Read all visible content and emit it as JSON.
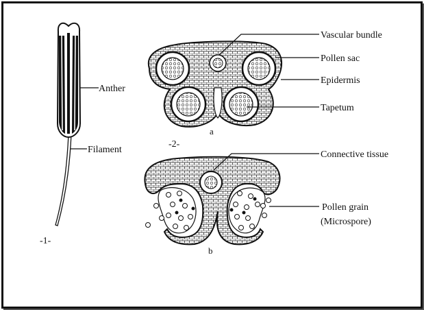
{
  "figure_1": {
    "number": "-1-",
    "labels": {
      "anther": "Anther",
      "filament": "Filament"
    }
  },
  "figure_2": {
    "number": "-2-",
    "part_a": {
      "letter": "a",
      "labels": {
        "vascular_bundle": "Vascular bundle",
        "pollen_sac": "Pollen sac",
        "epidermis": "Epidermis",
        "tapetum": "Tapetum"
      }
    },
    "part_b": {
      "letter": "b",
      "labels": {
        "connective_tissue": "Connective tissue",
        "pollen_grain": "Pollen grain",
        "microspore": "(Microspore)"
      }
    }
  },
  "colors": {
    "ink": "#111111",
    "background": "#ffffff"
  }
}
